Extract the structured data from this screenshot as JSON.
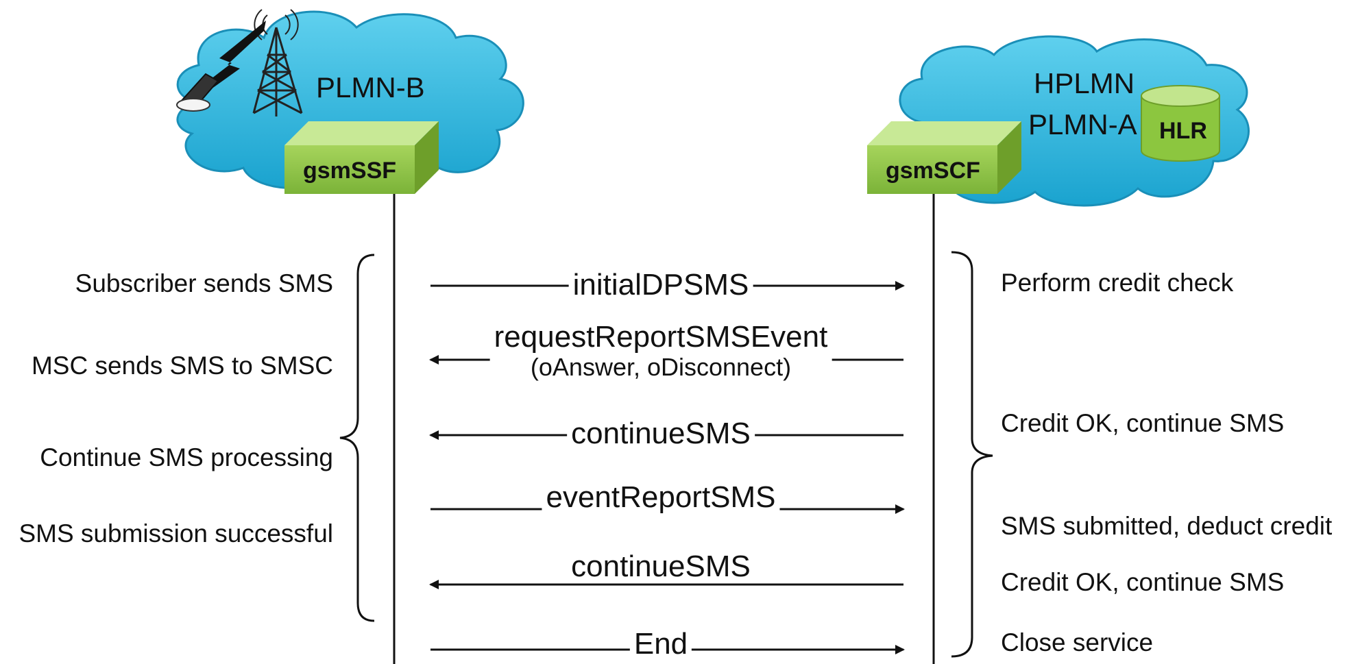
{
  "networks": {
    "visited": {
      "name": "PLMN-B",
      "node": "gsmSSF"
    },
    "home": {
      "name_line1": "HPLMN",
      "name_line2": "PLMN-A",
      "node": "gsmSCF",
      "database": "HLR"
    }
  },
  "messages": [
    {
      "label": "initialDPSMS",
      "sublabel": "",
      "direction": "right"
    },
    {
      "label": "requestReportSMSEvent",
      "sublabel": "(oAnswer, oDisconnect)",
      "direction": "left"
    },
    {
      "label": "continueSMS",
      "sublabel": "",
      "direction": "left"
    },
    {
      "label": "eventReportSMS",
      "sublabel": "",
      "direction": "right"
    },
    {
      "label": "continueSMS",
      "sublabel": "",
      "direction": "left"
    },
    {
      "label": "End",
      "sublabel": "",
      "direction": "right"
    }
  ],
  "left_notes": [
    "Subscriber sends SMS",
    "MSC sends SMS to SMSC",
    "Continue SMS processing",
    "SMS submission successful"
  ],
  "right_notes": [
    "Perform credit check",
    "Credit OK, continue SMS",
    "SMS submitted, deduct credit",
    "Credit OK, continue SMS",
    "Close service"
  ],
  "colors": {
    "cloud": "#29b6dc",
    "cloud_edge": "#1a8fb8",
    "box_front": "#8cc63f",
    "box_top": "#b5de7a",
    "box_side": "#6e9f2a",
    "hlr": "#a6d45c"
  }
}
